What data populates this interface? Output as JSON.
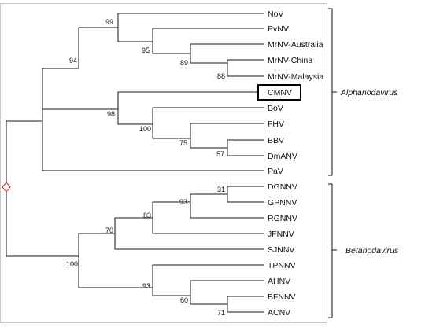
{
  "tree": {
    "taxa": [
      {
        "id": "t1",
        "label": "NoV"
      },
      {
        "id": "t2",
        "label": "PvNV"
      },
      {
        "id": "t3",
        "label": "MrNV-Australia"
      },
      {
        "id": "t4",
        "label": "MrNV-China"
      },
      {
        "id": "t5",
        "label": "MrNV-Malaysia"
      },
      {
        "id": "t6",
        "label": "CMNV",
        "highlighted": true
      },
      {
        "id": "t7",
        "label": "BoV"
      },
      {
        "id": "t8",
        "label": "FHV"
      },
      {
        "id": "t9",
        "label": "BBV"
      },
      {
        "id": "t10",
        "label": "DmANV"
      },
      {
        "id": "t11",
        "label": "PaV"
      },
      {
        "id": "t12",
        "label": "DGNNV"
      },
      {
        "id": "t13",
        "label": "GPNNV"
      },
      {
        "id": "t14",
        "label": "RGNNV"
      },
      {
        "id": "t15",
        "label": "JFNNV"
      },
      {
        "id": "t16",
        "label": "SJNNV"
      },
      {
        "id": "t17",
        "label": "TPNNV"
      },
      {
        "id": "t18",
        "label": "AHNV"
      },
      {
        "id": "t19",
        "label": "BFNNV"
      },
      {
        "id": "t20",
        "label": "ACNV"
      }
    ],
    "bootstrap": {
      "n_china_malaysia": "88",
      "n_australia_group": "89",
      "n_pvnv_group": "95",
      "n_nov_group": "99",
      "n_bbv_dmanv": "57",
      "n_fhv_group": "75",
      "n_bov_group": "100",
      "n_cmnv_group": "98",
      "n_alpha_core": "94",
      "n_dgnnv_gpnnv": "31",
      "n_rgnnv_group": "93",
      "n_jfnnv_group": "83",
      "n_sjnnv_group": "70",
      "n_bfnnv_acnv": "71",
      "n_ahnv_group": "60",
      "n_tpnnv_group": "93",
      "n_beta_root": "100"
    },
    "groups": {
      "alpha": "Alphanodavirus",
      "beta": "Betanodavirus"
    },
    "colors": {
      "root_marker": "#cc2222",
      "branch": "#1a1a1a",
      "highlight_box": "#000000"
    }
  }
}
